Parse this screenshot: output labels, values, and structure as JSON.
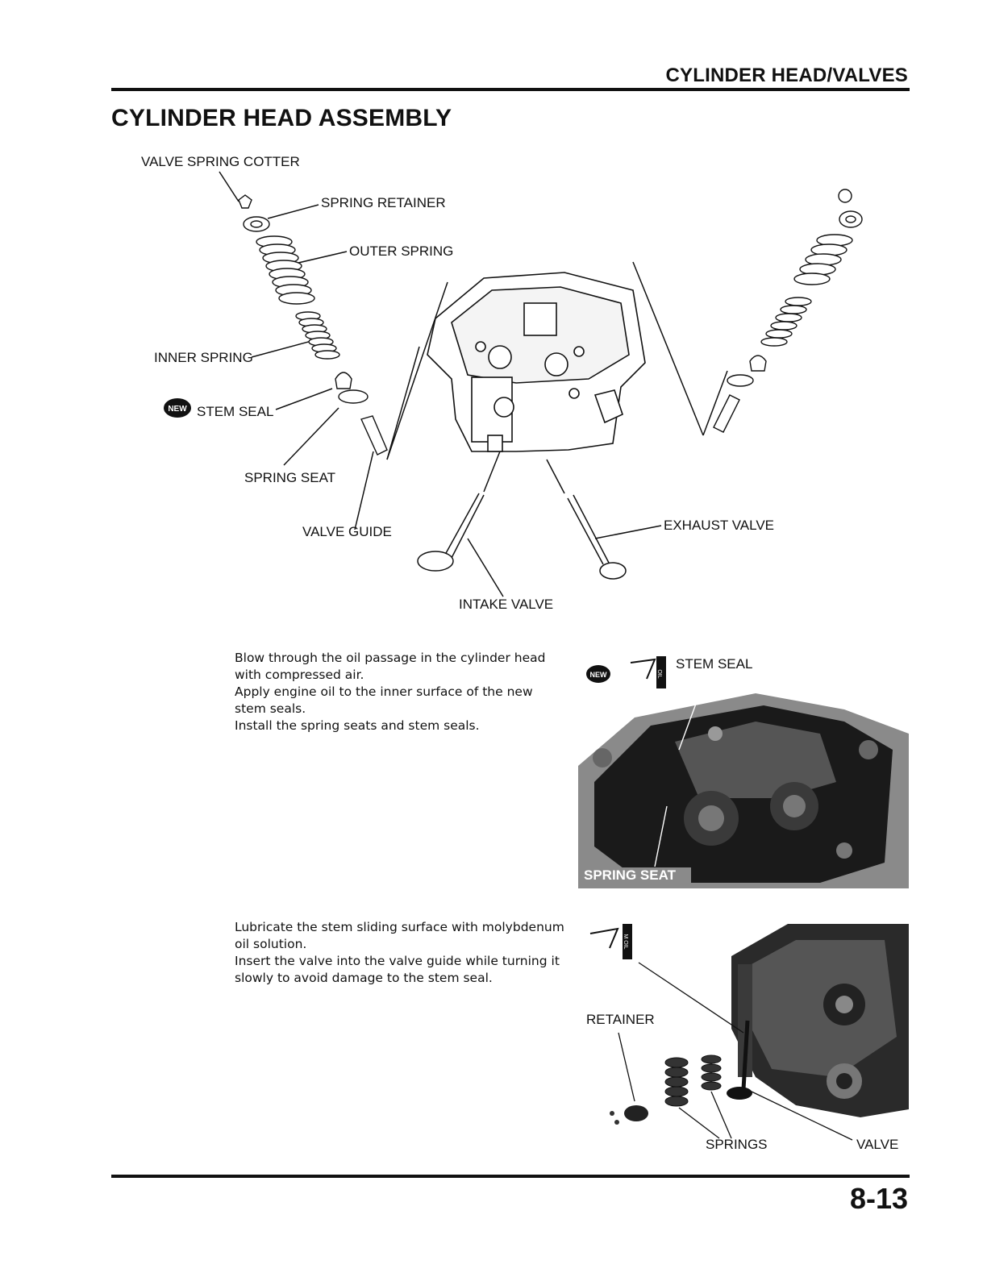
{
  "header": {
    "section": "CYLINDER HEAD/VALVES",
    "title": "CYLINDER HEAD ASSEMBLY"
  },
  "diagram": {
    "labels": {
      "valve_spring_cotter": "VALVE SPRING COTTER",
      "spring_retainer": "SPRING RETAINER",
      "outer_spring": "OUTER SPRING",
      "inner_spring": "INNER SPRING",
      "stem_seal": "STEM SEAL",
      "spring_seat": "SPRING SEAT",
      "valve_guide": "VALVE GUIDE",
      "exhaust_valve": "EXHAUST VALVE",
      "intake_valve": "INTAKE VALVE",
      "new_symbol": "NEW"
    }
  },
  "step1": {
    "lines": [
      "Blow through the oil passage in the cylinder head with compressed air.",
      "Apply engine oil to the inner surface of the new stem seals.",
      "Install the spring seats and stem seals."
    ],
    "photo_labels": {
      "stem_seal": "STEM SEAL",
      "spring_seat": "SPRING SEAT",
      "new_symbol": "NEW",
      "oil_symbol": "OIL"
    }
  },
  "step2": {
    "lines": [
      "Lubricate the stem sliding surface with molybdenum oil solution.",
      "Insert the valve into the valve guide while turning it slowly to avoid damage to the stem seal."
    ],
    "photo_labels": {
      "retainer": "RETAINER",
      "springs": "SPRINGS",
      "valve": "VALVE",
      "oil_symbol": "M OIL"
    }
  },
  "footer": {
    "page_number": "8-13"
  }
}
